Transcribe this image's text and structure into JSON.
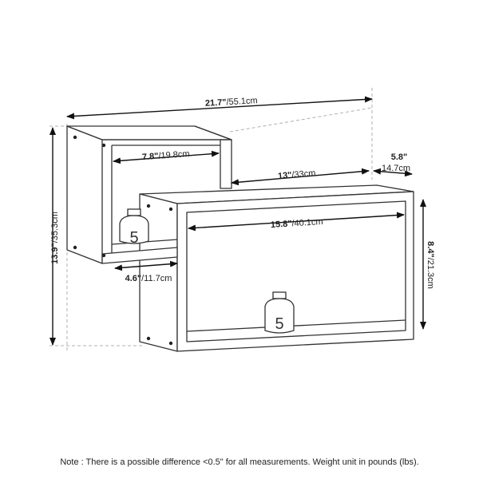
{
  "dimensions": {
    "overall_width": {
      "bold": "21.7\"",
      "rest": "/55.1cm"
    },
    "overall_height": {
      "bold": "13.9\"",
      "rest": "/35.3cm"
    },
    "depth": {
      "bold": "5.8\"",
      "rest": "14.7cm"
    },
    "upper_cube_width": {
      "bold": "7.8\"",
      "rest": "/19.8cm"
    },
    "upper_shelf_width": {
      "bold": "13\"",
      "rest": "/33cm"
    },
    "lower_box_inner_width": {
      "bold": "15.8\"",
      "rest": "/40.1cm"
    },
    "lower_box_height": {
      "bold": "8.4\"",
      "rest": "/21.3cm"
    },
    "offset_width": {
      "bold": "4.6\"",
      "rest": "/11.7cm"
    }
  },
  "weights": {
    "upper": "5",
    "lower": "5"
  },
  "note": "Note : There is a possible difference <0.5\" for all measurements. Weight unit in pounds (lbs).",
  "colors": {
    "line": "#333333",
    "arrow": "#111111",
    "dash": "#b0b0b0",
    "fill": "#ffffff"
  }
}
